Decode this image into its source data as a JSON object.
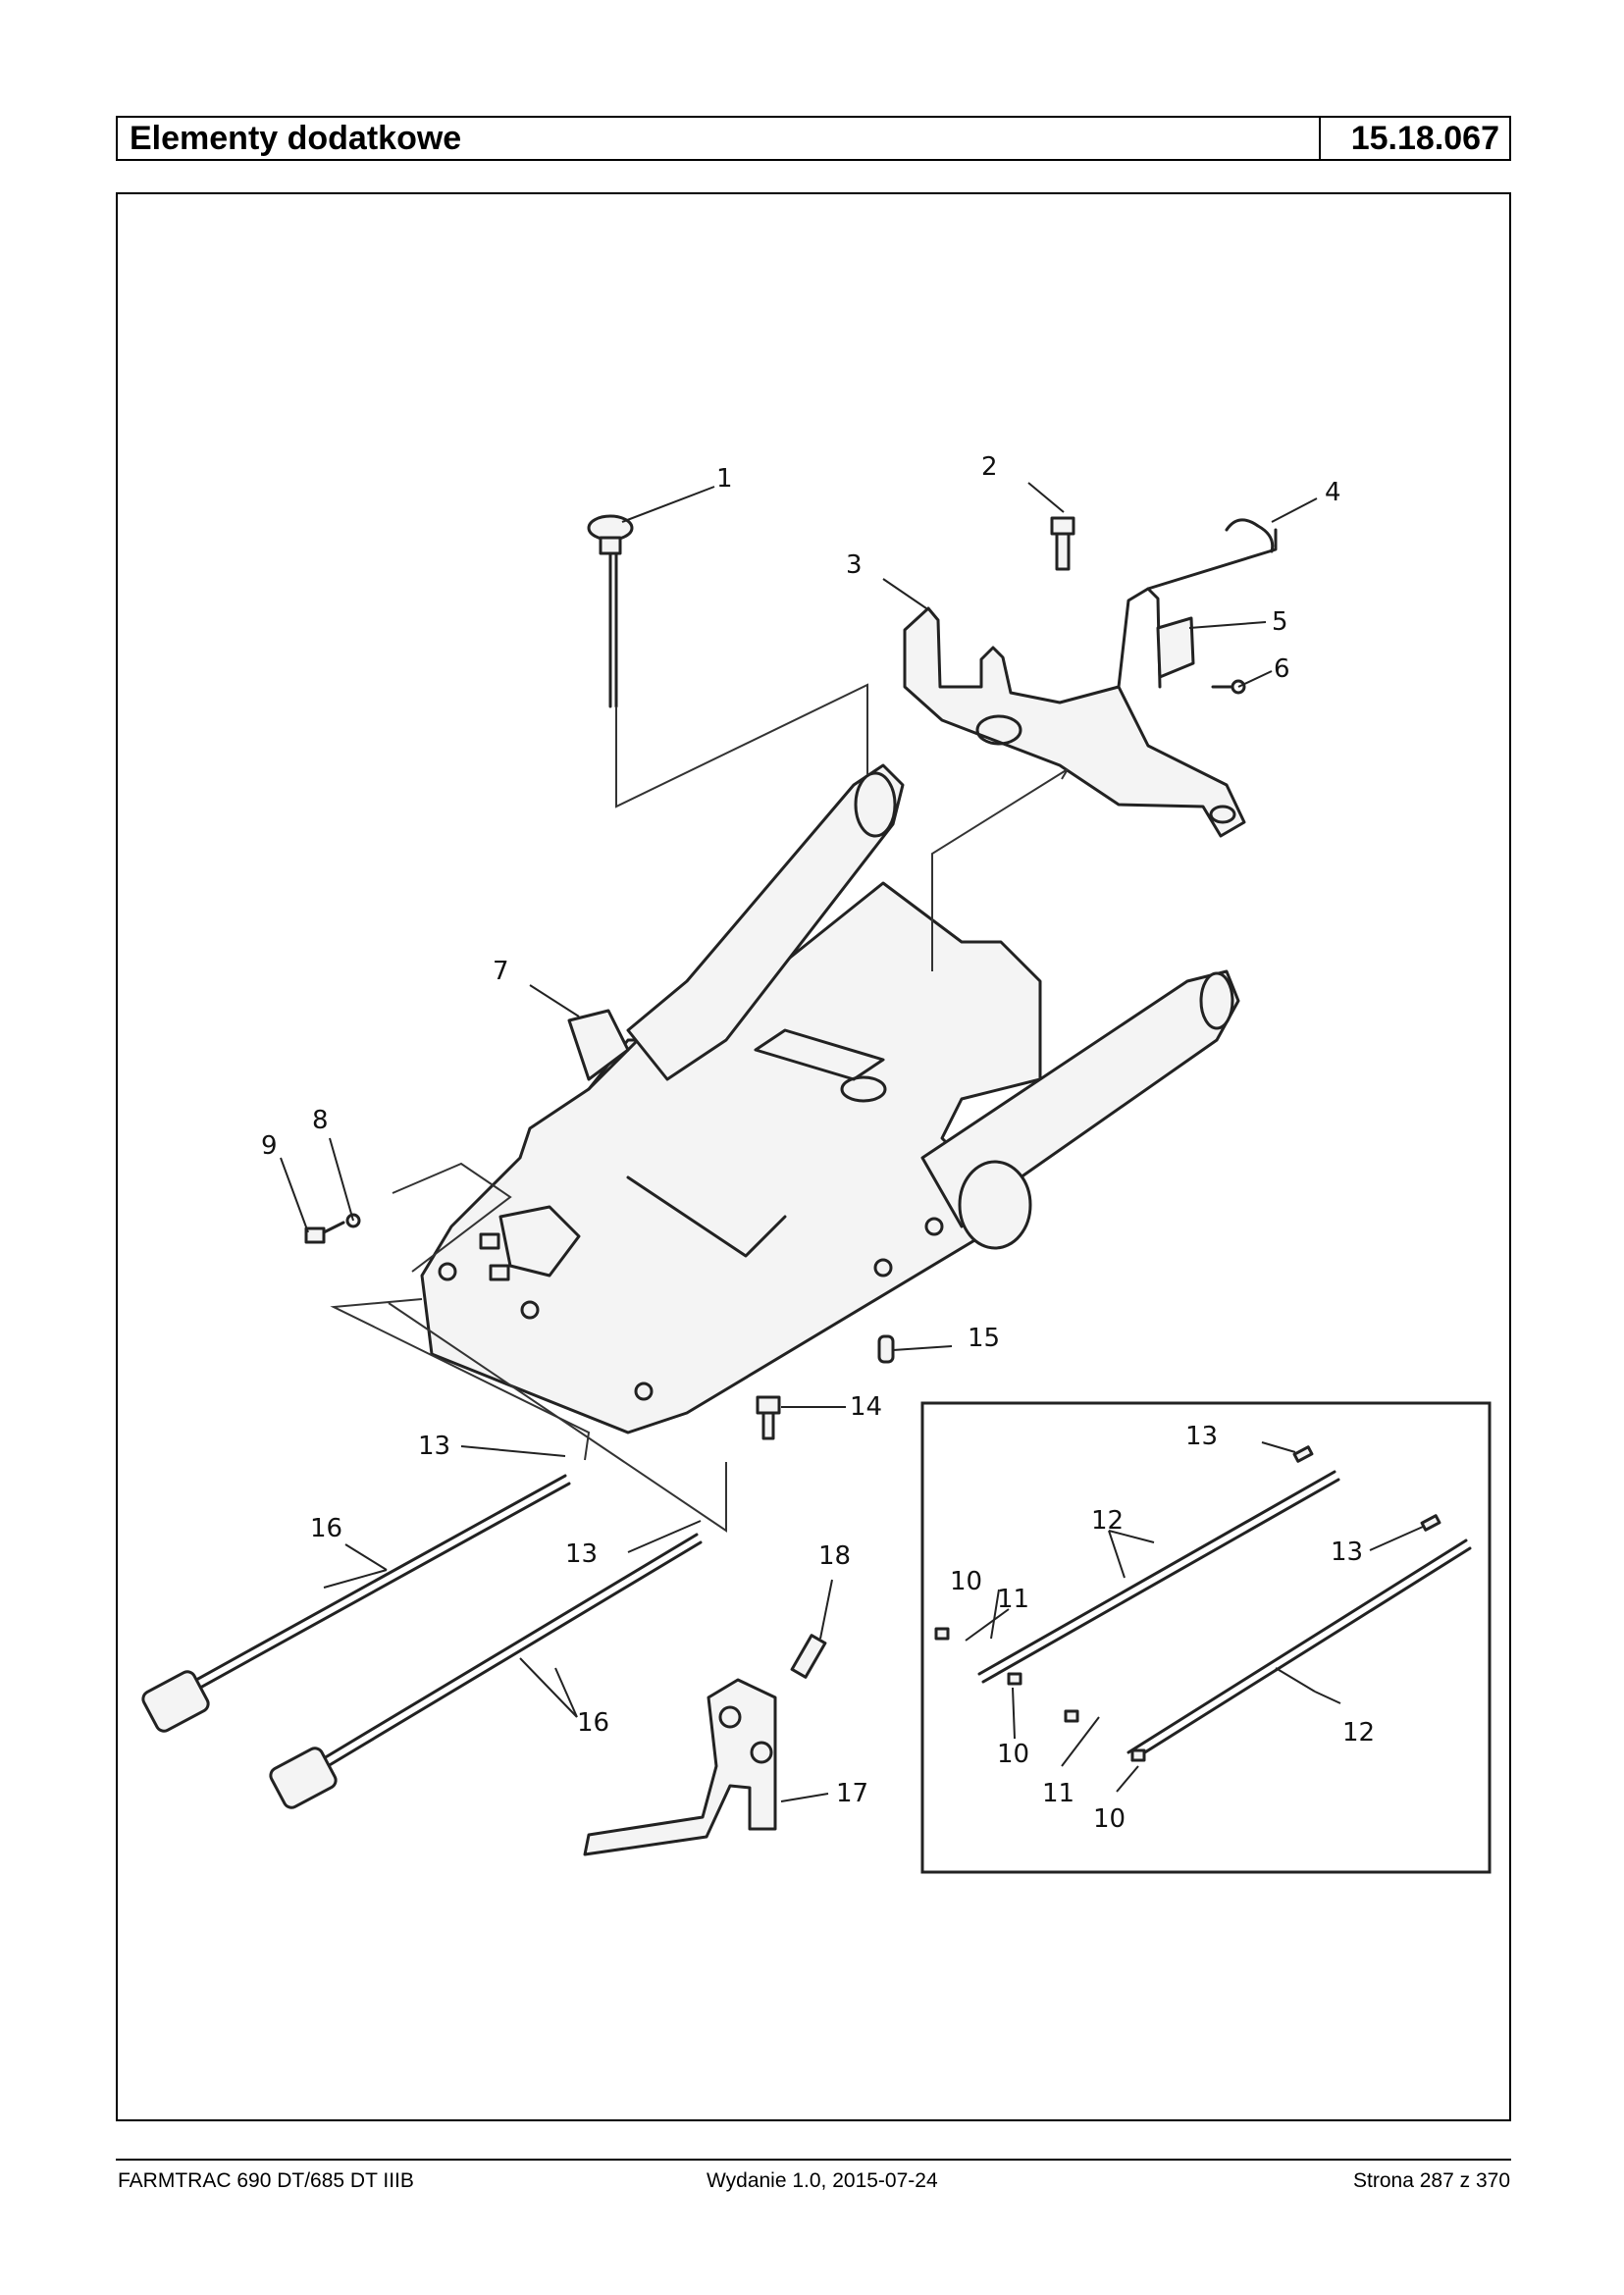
{
  "header": {
    "title": "Elementy dodatkowe",
    "code": "15.18.067"
  },
  "diagram": {
    "callouts": [
      "1",
      "2",
      "3",
      "4",
      "5",
      "6",
      "7",
      "8",
      "9",
      "10",
      "11",
      "12",
      "13",
      "14",
      "15",
      "16",
      "17",
      "18"
    ],
    "inset_callouts": [
      "13",
      "12",
      "13",
      "10",
      "11",
      "10",
      "11",
      "10",
      "12"
    ]
  },
  "footer": {
    "model": "FARMTRAC 690 DT/685 DT IIIB",
    "edition": "Wydanie 1.0,  2015-07-24",
    "page": "Strona 287 z 370"
  }
}
